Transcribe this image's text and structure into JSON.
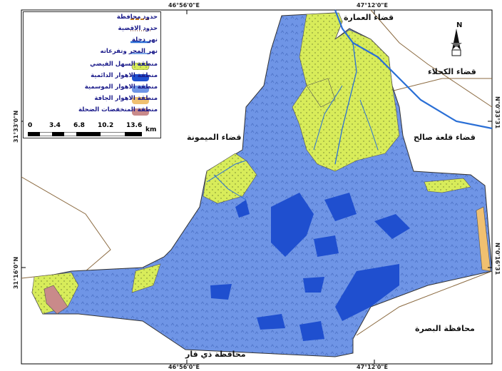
{
  "coordinates": {
    "top_left": "46°56'0\"E",
    "top_right": "47°12'0\"E",
    "bottom_left": "46°56'0\"E",
    "bottom_right": "47°12'0\"E",
    "left_upper": "31°33'0\"N",
    "left_lower": "31°16'0\"N",
    "right_upper": "N\"0'33°31",
    "right_lower": "N\"0'16°31"
  },
  "legend": {
    "items": [
      {
        "label": "حدود محافظة",
        "symbol": "line-dashed-orange"
      },
      {
        "label": "حدود الاقضية",
        "symbol": "line-dotted-brown"
      },
      {
        "label": "نهر دجلة",
        "symbol": "line-blue-thick"
      },
      {
        "label": "نهر المجر وتفرعاته",
        "symbol": "line-blue-thin"
      },
      {
        "label": "منطقة السهل الفيضي",
        "symbol": "fill-green"
      },
      {
        "label": "منطقة الاهوار الدائمية",
        "symbol": "fill-darkblue"
      },
      {
        "label": "منطقة الاهوار الموسمية",
        "symbol": "fill-lightblue"
      },
      {
        "label": "منطقة الاهوار الجافة",
        "symbol": "fill-orange"
      },
      {
        "label": "منطقة المنخفضات الضحلة",
        "symbol": "fill-pink"
      }
    ],
    "scale_ticks": [
      "0",
      "3.4",
      "6.8",
      "10.2",
      "13.6"
    ],
    "scale_unit": "km"
  },
  "places": {
    "amara": "قضاء العمارة",
    "kahla": "قضاء الكحلاء",
    "qalat_salih": "قضاء قلعة صالح",
    "maimuna": "قضاء الميمونة",
    "basra": "محافظة البصرة",
    "dhi_qar": "محافظة ذي قار"
  },
  "north_arrow_letter": "N",
  "colors": {
    "floodplain": "#d8ec5a",
    "permanent_marsh": "#1f4fcf",
    "seasonal_marsh": "#6f95e6",
    "dry_marsh": "#f0c070",
    "depressions": "#c98a8a",
    "river": "#2a6fd6",
    "boundary": "#8b6a40"
  }
}
